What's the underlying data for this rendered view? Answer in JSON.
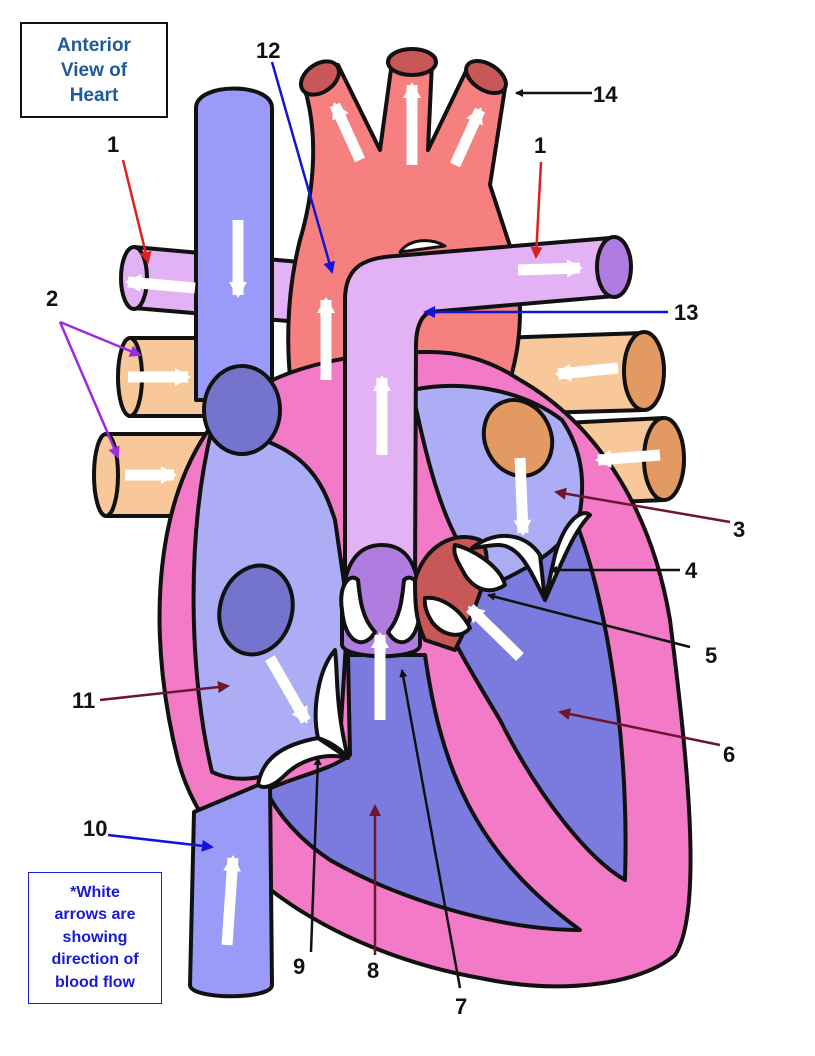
{
  "title_box": {
    "lines": [
      "Anterior",
      "View of",
      "Heart"
    ]
  },
  "note_box": {
    "lines": [
      "*White",
      "arrows are",
      "showing",
      "direction of",
      "blood flow"
    ]
  },
  "labels": {
    "l1a": "1",
    "l1b": "1",
    "l2": "2",
    "l3": "3",
    "l4": "4",
    "l5": "5",
    "l6": "6",
    "l7": "7",
    "l8": "8",
    "l9": "9",
    "l10": "10",
    "l11": "11",
    "l12": "12",
    "l13": "13",
    "l14": "14"
  },
  "colors": {
    "deoxy_vessel": "#9a9af8",
    "right_atrium": "#adadf5",
    "ventricles": "#7b7bdf",
    "myocardium": "#f27ac6",
    "aorta": "#f5807f",
    "pulmonary_artery": "#e2b2f4",
    "pulmonary_vein": "#f8c89a",
    "valve": "#ffffff",
    "flow_arrow": "#ffffff"
  }
}
